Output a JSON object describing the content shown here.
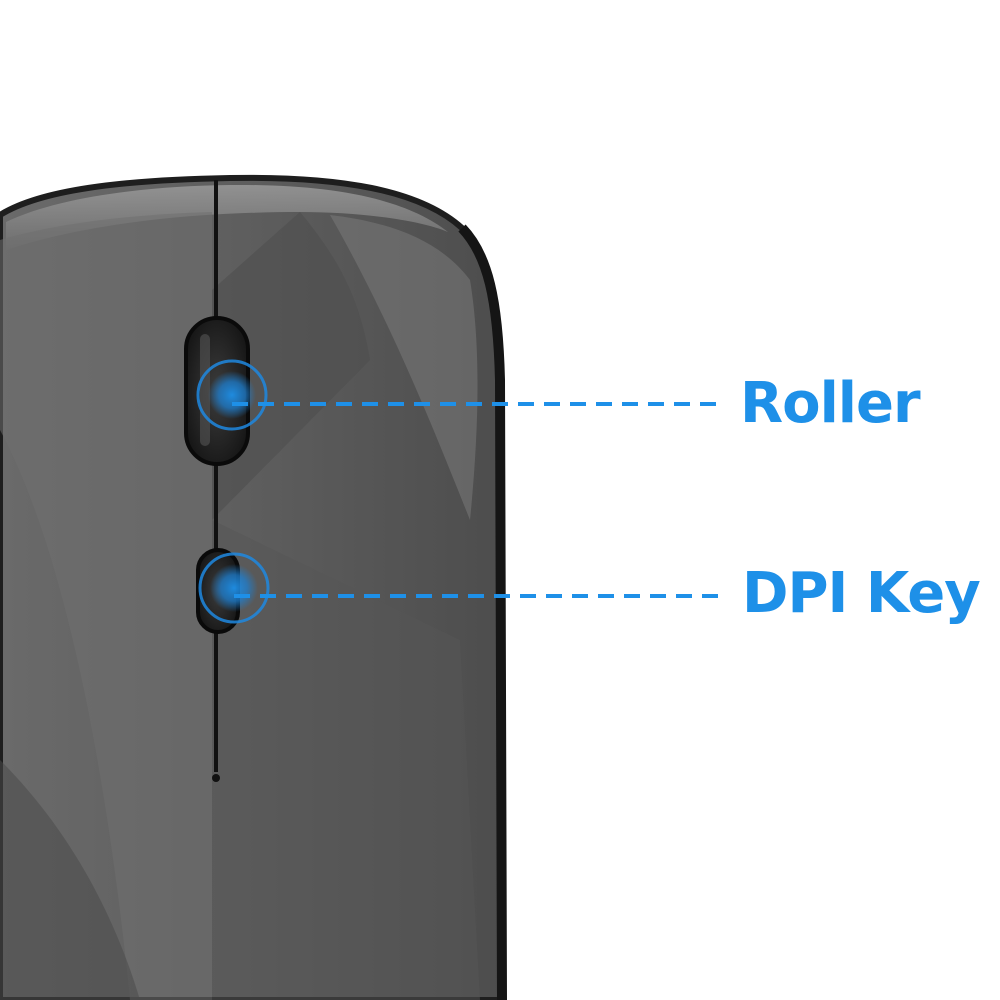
{
  "product": {
    "name": "wireless-mouse",
    "body_color": "#5d5d5d",
    "edge_color": "#2a2a2a",
    "highlight_color": "#8e8e8e"
  },
  "callouts": [
    {
      "id": "roller",
      "label": "Roller"
    },
    {
      "id": "dpi",
      "label": "DPI Key"
    }
  ],
  "colors": {
    "accent": "#1e90e8",
    "background": "#ffffff"
  }
}
